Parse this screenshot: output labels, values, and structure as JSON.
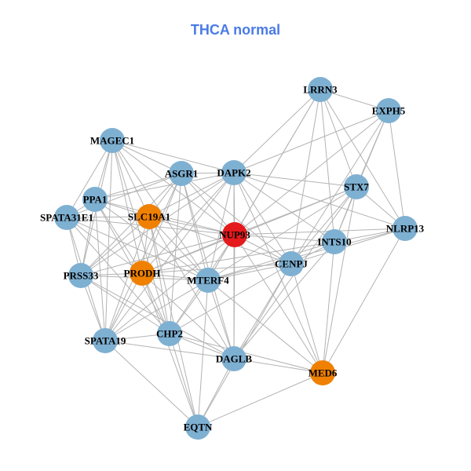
{
  "title": "THCA normal",
  "colors": {
    "default": "#7eb0d2",
    "highlight": "#f08000",
    "hub": "#e41a1c",
    "edge": "#b3b3b3",
    "title": "#4a7be6"
  },
  "nodes": [
    {
      "id": "LRRN3",
      "group": "default"
    },
    {
      "id": "EXPH5",
      "group": "default"
    },
    {
      "id": "MAGEC1",
      "group": "default"
    },
    {
      "id": "ASGR1",
      "group": "default"
    },
    {
      "id": "DAPK2",
      "group": "default"
    },
    {
      "id": "STX7",
      "group": "default"
    },
    {
      "id": "PPA1",
      "group": "default"
    },
    {
      "id": "SLC19A1",
      "group": "highlight"
    },
    {
      "id": "SPATA31E1",
      "group": "default"
    },
    {
      "id": "NUP93",
      "group": "hub"
    },
    {
      "id": "INTS10",
      "group": "default"
    },
    {
      "id": "NLRP13",
      "group": "default"
    },
    {
      "id": "CENPJ",
      "group": "default"
    },
    {
      "id": "PRSS33",
      "group": "default"
    },
    {
      "id": "PRODH",
      "group": "highlight"
    },
    {
      "id": "MTERF4",
      "group": "default"
    },
    {
      "id": "SPATA19",
      "group": "default"
    },
    {
      "id": "CHP2",
      "group": "default"
    },
    {
      "id": "DAGLB",
      "group": "default"
    },
    {
      "id": "MED6",
      "group": "highlight"
    },
    {
      "id": "EQTN",
      "group": "default"
    }
  ],
  "edges": [
    [
      "LRRN3",
      "EXPH5"
    ],
    [
      "LRRN3",
      "STX7"
    ],
    [
      "LRRN3",
      "NLRP13"
    ],
    [
      "LRRN3",
      "INTS10"
    ],
    [
      "LRRN3",
      "DAPK2"
    ],
    [
      "LRRN3",
      "NUP93"
    ],
    [
      "LRRN3",
      "CENPJ"
    ],
    [
      "LRRN3",
      "MTERF4"
    ],
    [
      "EXPH5",
      "STX7"
    ],
    [
      "EXPH5",
      "NLRP13"
    ],
    [
      "EXPH5",
      "DAPK2"
    ],
    [
      "EXPH5",
      "INTS10"
    ],
    [
      "EXPH5",
      "CENPJ"
    ],
    [
      "EXPH5",
      "NUP93"
    ],
    [
      "MAGEC1",
      "ASGR1"
    ],
    [
      "MAGEC1",
      "DAPK2"
    ],
    [
      "MAGEC1",
      "PPA1"
    ],
    [
      "MAGEC1",
      "SPATA31E1"
    ],
    [
      "MAGEC1",
      "SLC19A1"
    ],
    [
      "MAGEC1",
      "PRSS33"
    ],
    [
      "MAGEC1",
      "PRODH"
    ],
    [
      "MAGEC1",
      "MTERF4"
    ],
    [
      "MAGEC1",
      "SPATA19"
    ],
    [
      "MAGEC1",
      "NUP93"
    ],
    [
      "MAGEC1",
      "CHP2"
    ],
    [
      "ASGR1",
      "DAPK2"
    ],
    [
      "ASGR1",
      "PPA1"
    ],
    [
      "ASGR1",
      "SPATA31E1"
    ],
    [
      "ASGR1",
      "SLC19A1"
    ],
    [
      "ASGR1",
      "PRSS33"
    ],
    [
      "ASGR1",
      "PRODH"
    ],
    [
      "ASGR1",
      "MTERF4"
    ],
    [
      "ASGR1",
      "SPATA19"
    ],
    [
      "ASGR1",
      "NUP93"
    ],
    [
      "ASGR1",
      "CHP2"
    ],
    [
      "ASGR1",
      "DAGLB"
    ],
    [
      "ASGR1",
      "CENPJ"
    ],
    [
      "DAPK2",
      "STX7"
    ],
    [
      "DAPK2",
      "NLRP13"
    ],
    [
      "DAPK2",
      "NUP93"
    ],
    [
      "DAPK2",
      "PPA1"
    ],
    [
      "DAPK2",
      "SLC19A1"
    ],
    [
      "DAPK2",
      "PRSS33"
    ],
    [
      "DAPK2",
      "PRODH"
    ],
    [
      "DAPK2",
      "MTERF4"
    ],
    [
      "DAPK2",
      "SPATA19"
    ],
    [
      "DAPK2",
      "DAGLB"
    ],
    [
      "DAPK2",
      "CENPJ"
    ],
    [
      "DAPK2",
      "MED6"
    ],
    [
      "DAPK2",
      "INTS10"
    ],
    [
      "STX7",
      "NUP93"
    ],
    [
      "STX7",
      "INTS10"
    ],
    [
      "STX7",
      "CENPJ"
    ],
    [
      "STX7",
      "NLRP13"
    ],
    [
      "STX7",
      "MTERF4"
    ],
    [
      "STX7",
      "PRODH"
    ],
    [
      "STX7",
      "MED6"
    ],
    [
      "STX7",
      "DAGLB"
    ],
    [
      "PPA1",
      "SPATA31E1"
    ],
    [
      "PPA1",
      "SLC19A1"
    ],
    [
      "PPA1",
      "PRSS33"
    ],
    [
      "PPA1",
      "PRODH"
    ],
    [
      "PPA1",
      "SPATA19"
    ],
    [
      "PPA1",
      "NUP93"
    ],
    [
      "PPA1",
      "MTERF4"
    ],
    [
      "PPA1",
      "CHP2"
    ],
    [
      "SLC19A1",
      "SPATA31E1"
    ],
    [
      "SLC19A1",
      "NUP93"
    ],
    [
      "SLC19A1",
      "PRSS33"
    ],
    [
      "SLC19A1",
      "PRODH"
    ],
    [
      "SLC19A1",
      "MTERF4"
    ],
    [
      "SLC19A1",
      "SPATA19"
    ],
    [
      "SLC19A1",
      "CHP2"
    ],
    [
      "SLC19A1",
      "DAGLB"
    ],
    [
      "SLC19A1",
      "EQTN"
    ],
    [
      "SLC19A1",
      "CENPJ"
    ],
    [
      "SPATA31E1",
      "PRSS33"
    ],
    [
      "SPATA31E1",
      "PRODH"
    ],
    [
      "SPATA31E1",
      "SPATA19"
    ],
    [
      "SPATA31E1",
      "NUP93"
    ],
    [
      "SPATA31E1",
      "MTERF4"
    ],
    [
      "SPATA31E1",
      "CHP2"
    ],
    [
      "NUP93",
      "INTS10"
    ],
    [
      "NUP93",
      "NLRP13"
    ],
    [
      "NUP93",
      "CENPJ"
    ],
    [
      "NUP93",
      "MTERF4"
    ],
    [
      "NUP93",
      "PRODH"
    ],
    [
      "NUP93",
      "PRSS33"
    ],
    [
      "NUP93",
      "SPATA19"
    ],
    [
      "NUP93",
      "DAGLB"
    ],
    [
      "NUP93",
      "MED6"
    ],
    [
      "NUP93",
      "CHP2"
    ],
    [
      "INTS10",
      "NLRP13"
    ],
    [
      "INTS10",
      "CENPJ"
    ],
    [
      "INTS10",
      "MTERF4"
    ],
    [
      "INTS10",
      "MED6"
    ],
    [
      "INTS10",
      "PRODH"
    ],
    [
      "INTS10",
      "DAGLB"
    ],
    [
      "NLRP13",
      "CENPJ"
    ],
    [
      "NLRP13",
      "MED6"
    ],
    [
      "NLRP13",
      "MTERF4"
    ],
    [
      "CENPJ",
      "MTERF4"
    ],
    [
      "CENPJ",
      "MED6"
    ],
    [
      "CENPJ",
      "DAGLB"
    ],
    [
      "CENPJ",
      "PRODH"
    ],
    [
      "CENPJ",
      "CHP2"
    ],
    [
      "CENPJ",
      "EQTN"
    ],
    [
      "PRSS33",
      "PRODH"
    ],
    [
      "PRSS33",
      "MTERF4"
    ],
    [
      "PRSS33",
      "SPATA19"
    ],
    [
      "PRSS33",
      "CHP2"
    ],
    [
      "PRSS33",
      "DAGLB"
    ],
    [
      "PRODH",
      "MTERF4"
    ],
    [
      "PRODH",
      "SPATA19"
    ],
    [
      "PRODH",
      "CHP2"
    ],
    [
      "PRODH",
      "DAGLB"
    ],
    [
      "PRODH",
      "EQTN"
    ],
    [
      "MTERF4",
      "SPATA19"
    ],
    [
      "MTERF4",
      "CHP2"
    ],
    [
      "MTERF4",
      "DAGLB"
    ],
    [
      "MTERF4",
      "EQTN"
    ],
    [
      "MTERF4",
      "MED6"
    ],
    [
      "SPATA19",
      "CHP2"
    ],
    [
      "SPATA19",
      "DAGLB"
    ],
    [
      "SPATA19",
      "EQTN"
    ],
    [
      "CHP2",
      "DAGLB"
    ],
    [
      "CHP2",
      "EQTN"
    ],
    [
      "CHP2",
      "MED6"
    ],
    [
      "DAGLB",
      "MED6"
    ],
    [
      "DAGLB",
      "EQTN"
    ],
    [
      "MED6",
      "EQTN"
    ]
  ]
}
